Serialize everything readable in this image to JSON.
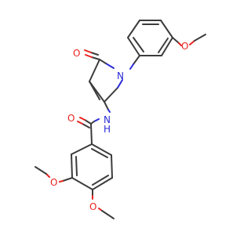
{
  "atoms": {
    "carbonyl_o_lactam": "O",
    "ring_n": "N",
    "amide_n": "N",
    "amide_h": "H",
    "amide_o": "O",
    "methoxy_o_top": "O",
    "methoxy_o_left": "O",
    "methoxy_o_bottom": "O"
  },
  "colors": {
    "bond": "#3c3c3c",
    "oxygen": "#e8231f",
    "nitrogen": "#2a2ad6"
  }
}
